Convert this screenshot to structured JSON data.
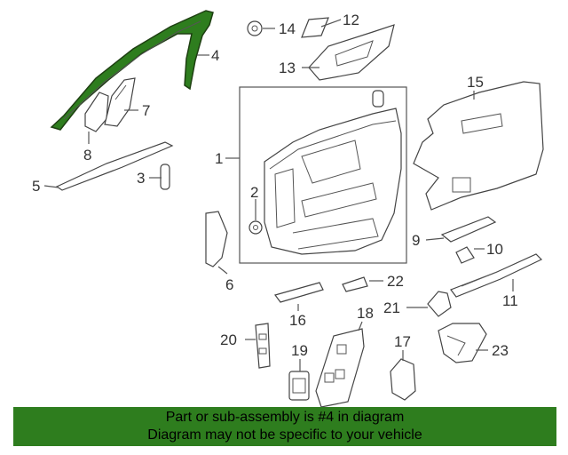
{
  "highlight_color": "#2e7d1e",
  "callouts": [
    "1",
    "2",
    "3",
    "4",
    "5",
    "6",
    "7",
    "8",
    "9",
    "10",
    "11",
    "12",
    "13",
    "14",
    "15",
    "16",
    "17",
    "18",
    "19",
    "20",
    "21",
    "22",
    "23"
  ],
  "banner": {
    "line1": "Part or sub-assembly is #4 in diagram",
    "line2": "Diagram may not be specific to your vehicle"
  }
}
